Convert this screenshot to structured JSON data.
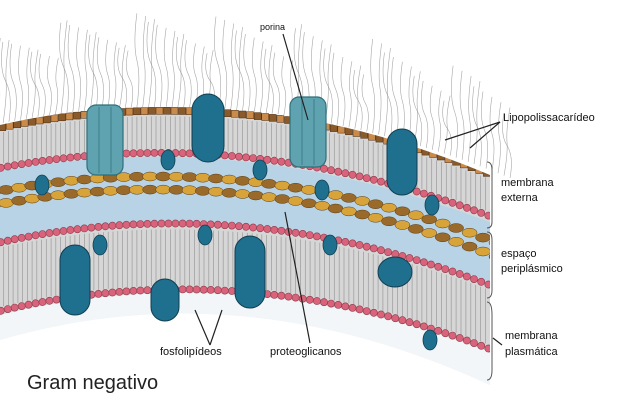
{
  "title": "Gram negativo",
  "labels": {
    "porina": "porina",
    "lipopolissacarideo": "Lipopolissacarídeo",
    "membrana_externa_1": "membrana",
    "membrana_externa_2": "externa",
    "espaco_1": "espaço",
    "espaco_2": "periplásmico",
    "membrana_plasmatica_1": "membrana",
    "membrana_plasmatica_2": "plasmática",
    "fosfolipideos": "fosfolipídeos",
    "proteoglicanos": "proteoglicanos"
  },
  "colors": {
    "background": "#ffffff",
    "head_pink": "#d9637a",
    "head_brown": "#8a5a2a",
    "tail": "#b9b9b9",
    "periplasm": "#b8d3e6",
    "cytoplasm": "#d7e6f0",
    "protein_blue": "#1f6f8f",
    "porin_teal": "#5fa3b0",
    "peptidoglycan_gold": "#d8a43a",
    "peptidoglycan_brown": "#9a6a2a",
    "lps_hair": "#8a8a8a",
    "line": "#222222"
  }
}
